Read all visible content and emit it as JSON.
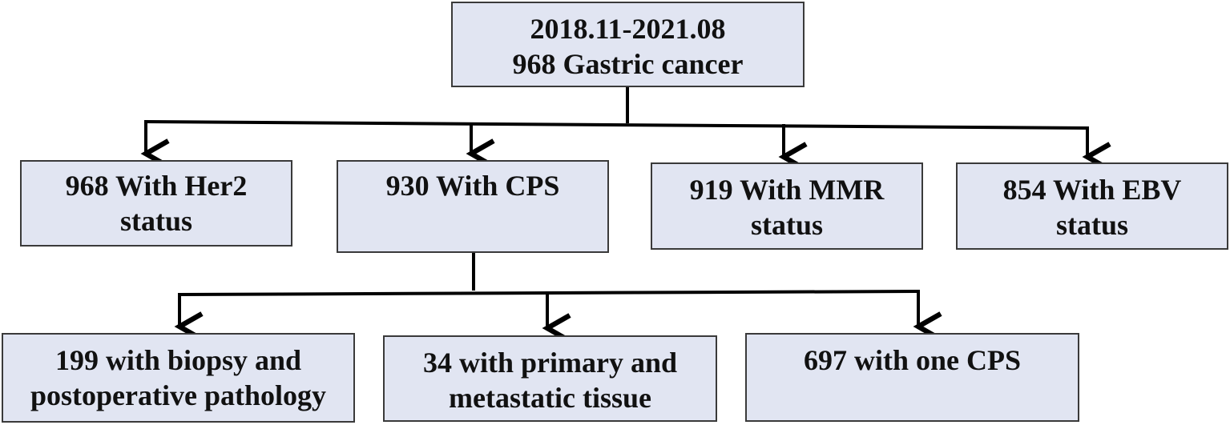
{
  "colors": {
    "box_fill": "#e1e5f2",
    "box_border": "#3a3a3a",
    "line": "#000000",
    "text": "#111111"
  },
  "root": {
    "lines": [
      "2018.11-2021.08",
      "968 Gastric cancer"
    ]
  },
  "level1": [
    {
      "lines": [
        "968 With Her2",
        "status"
      ]
    },
    {
      "lines": [
        "930 With CPS"
      ]
    },
    {
      "lines": [
        "919 With MMR",
        "status"
      ]
    },
    {
      "lines": [
        "854 With EBV",
        "status"
      ]
    }
  ],
  "level2": [
    {
      "lines": [
        "199 with biopsy and",
        "postoperative pathology"
      ]
    },
    {
      "lines": [
        "34 with primary and",
        "metastatic tissue"
      ]
    },
    {
      "lines": [
        "697 with one CPS"
      ]
    }
  ]
}
